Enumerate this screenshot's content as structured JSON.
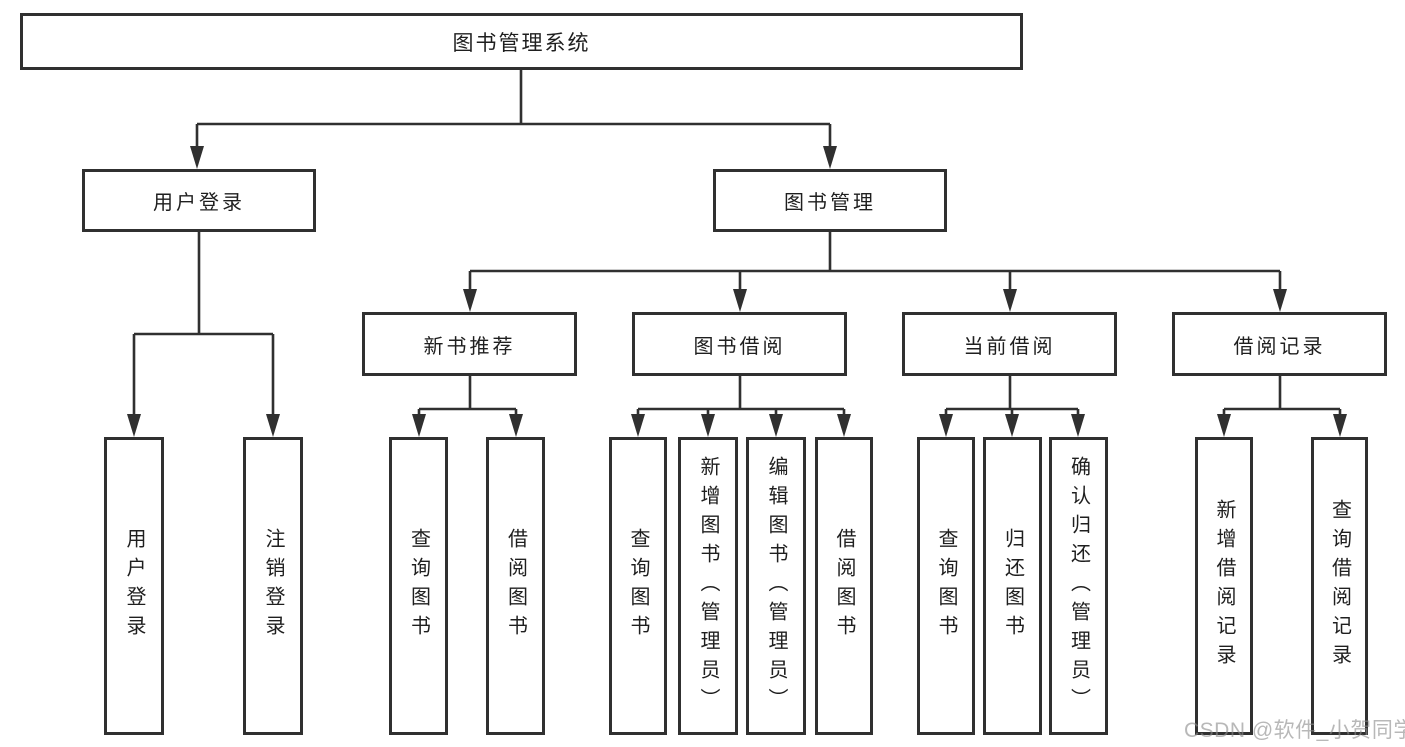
{
  "tree": {
    "label": "图书管理系统",
    "children": [
      {
        "label": "用户登录",
        "children": [
          {
            "label": "用户登录"
          },
          {
            "label": "注销登录"
          }
        ]
      },
      {
        "label": "图书管理",
        "children": [
          {
            "label": "新书推荐",
            "children": [
              {
                "label": "查询图书"
              },
              {
                "label": "借阅图书"
              }
            ]
          },
          {
            "label": "图书借阅",
            "children": [
              {
                "label": "查询图书"
              },
              {
                "label": "新增图书（管理员）"
              },
              {
                "label": "编辑图书（管理员）"
              },
              {
                "label": "借阅图书"
              }
            ]
          },
          {
            "label": "当前借阅",
            "children": [
              {
                "label": "查询图书"
              },
              {
                "label": "归还图书"
              },
              {
                "label": "确认归还（管理员）"
              }
            ]
          },
          {
            "label": "借阅记录",
            "children": [
              {
                "label": "新增借阅记录"
              },
              {
                "label": "查询借阅记录"
              }
            ]
          }
        ]
      }
    ]
  },
  "watermark": {
    "text": "CSDN @软件_小贺同学"
  },
  "colors": {
    "line": "#303030",
    "box_border": "#303030",
    "text": "#1f1f1f",
    "watermark": "#8c8c8c",
    "background": "#ffffff"
  }
}
